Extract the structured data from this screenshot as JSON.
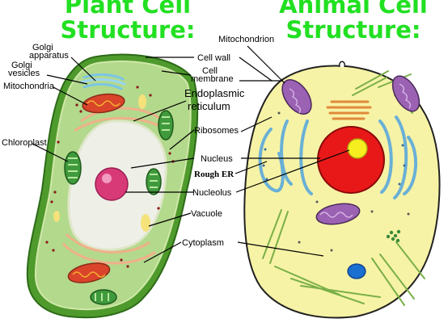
{
  "titles": {
    "plant_line1": "Plant Cell",
    "plant_line2": "Structure:",
    "animal_line1": "Animal Cell",
    "animal_line2": "Structure:"
  },
  "plant_labels": {
    "golgi_apparatus_1": "Golgi",
    "golgi_apparatus_2": "apparatus",
    "golgi_vesicles_1": "Golgi",
    "golgi_vesicles_2": "vesicles",
    "mitochondria": "Mitochondria",
    "chloroplast": "Chloroplast"
  },
  "center_labels": {
    "cell_wall": "Cell wall",
    "cell_membrane_1": "Cell",
    "cell_membrane_2": "membrane",
    "er_1": "Endoplasmic",
    "er_2": "reticulum",
    "ribosomes": "Ribosomes",
    "nucleus": "Nucleus",
    "rough_er": "Rough ER",
    "nucleolus": "Nucleolus",
    "vacuole": "Vacuole",
    "cytoplasm": "Cytoplasm"
  },
  "animal_labels": {
    "mitochondrion": "Mitochondrion"
  },
  "colors": {
    "title_green": "#22e022",
    "plant_wall": "#4f9a2c",
    "plant_cytoplasm": "#b3d98c",
    "vacuole": "#eef0e8",
    "nucleolus_pink": "#d83a78",
    "animal_cytoplasm": "#f7f3a6",
    "animal_nucleus": "#e81818",
    "animal_nucleolus": "#f7ee20",
    "mitochondria_purple": "#9b62b3",
    "mitochondria_red": "#d9442a",
    "er_blue": "#6ab0d6",
    "golgi_orange": "#e08a3a",
    "chloroplast_green": "#3f9a3c"
  }
}
